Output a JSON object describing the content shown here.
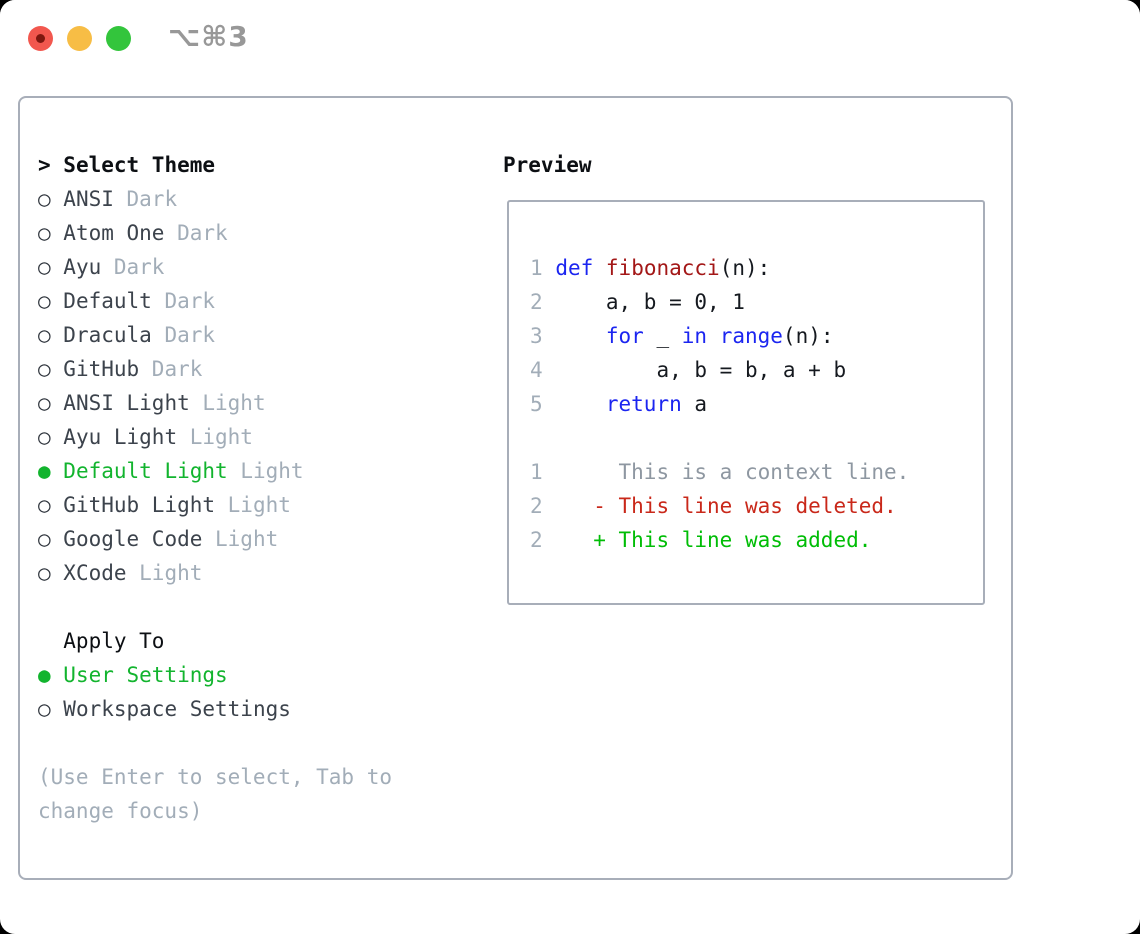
{
  "window": {
    "title": "⌥⌘3",
    "traffic_lights": [
      {
        "name": "close",
        "color": "#f2574e"
      },
      {
        "name": "minimize",
        "color": "#f7bd45"
      },
      {
        "name": "zoom",
        "color": "#33c53c"
      }
    ]
  },
  "glyphs": {
    "prompt": ">",
    "radio_selected": "●",
    "radio_unselected": "○"
  },
  "theme_selector": {
    "header": "Select Theme",
    "items": [
      {
        "name": "ANSI",
        "variant": "Dark",
        "selected": false
      },
      {
        "name": "Atom One",
        "variant": "Dark",
        "selected": false
      },
      {
        "name": "Ayu",
        "variant": "Dark",
        "selected": false
      },
      {
        "name": "Default",
        "variant": "Dark",
        "selected": false
      },
      {
        "name": "Dracula",
        "variant": "Dark",
        "selected": false
      },
      {
        "name": "GitHub",
        "variant": "Dark",
        "selected": false
      },
      {
        "name": "ANSI Light",
        "variant": "Light",
        "selected": false
      },
      {
        "name": "Ayu Light",
        "variant": "Light",
        "selected": false
      },
      {
        "name": "Default Light",
        "variant": "Light",
        "selected": true
      },
      {
        "name": "GitHub Light",
        "variant": "Light",
        "selected": false
      },
      {
        "name": "Google Code",
        "variant": "Light",
        "selected": false
      },
      {
        "name": "XCode",
        "variant": "Light",
        "selected": false
      }
    ],
    "apply_to": {
      "header": "Apply To",
      "options": [
        {
          "name": "User Settings",
          "selected": true
        },
        {
          "name": "Workspace Settings",
          "selected": false
        }
      ]
    },
    "hint": "(Use Enter to select, Tab to change focus)"
  },
  "preview": {
    "header": "Preview",
    "lines": [
      {
        "segments": [
          {
            "text": "1",
            "type": "lineno"
          },
          {
            "text": " ",
            "type": "code"
          },
          {
            "text": "def",
            "type": "keyword"
          },
          {
            "text": " ",
            "type": "code"
          },
          {
            "text": "fibonacci",
            "type": "function"
          },
          {
            "text": "(n):",
            "type": "code"
          }
        ]
      },
      {
        "segments": [
          {
            "text": "2",
            "type": "lineno"
          },
          {
            "text": "     a, b = 0, 1",
            "type": "code"
          }
        ]
      },
      {
        "segments": [
          {
            "text": "3",
            "type": "lineno"
          },
          {
            "text": "     ",
            "type": "code"
          },
          {
            "text": "for",
            "type": "keyword"
          },
          {
            "text": " _ ",
            "type": "code"
          },
          {
            "text": "in",
            "type": "keyword"
          },
          {
            "text": " ",
            "type": "code"
          },
          {
            "text": "range",
            "type": "keyword"
          },
          {
            "text": "(n):",
            "type": "code"
          }
        ]
      },
      {
        "segments": [
          {
            "text": "4",
            "type": "lineno"
          },
          {
            "text": "         a, b = b, a + b",
            "type": "code"
          }
        ]
      },
      {
        "segments": [
          {
            "text": "5",
            "type": "lineno"
          },
          {
            "text": "     ",
            "type": "code"
          },
          {
            "text": "return",
            "type": "keyword"
          },
          {
            "text": " a",
            "type": "code"
          }
        ]
      },
      {
        "segments": []
      },
      {
        "segments": [
          {
            "text": "1",
            "type": "lineno"
          },
          {
            "text": "      ",
            "type": "code"
          },
          {
            "text": "This is a context line.",
            "type": "context"
          }
        ]
      },
      {
        "segments": [
          {
            "text": "2",
            "type": "lineno"
          },
          {
            "text": "    ",
            "type": "code"
          },
          {
            "text": "- This line was deleted.",
            "type": "deleted"
          }
        ]
      },
      {
        "segments": [
          {
            "text": "2",
            "type": "lineno"
          },
          {
            "text": "    ",
            "type": "code"
          },
          {
            "text": "+ This line was added.",
            "type": "added"
          }
        ]
      }
    ]
  },
  "colors": {
    "selected_green": "#12b42e",
    "added_green": "#00bd06",
    "deleted_red": "#c9281a",
    "keyword_blue": "#1b25f0",
    "function_red": "#a31717",
    "muted_gray": "#a2adb8",
    "context_gray": "#8e97a1",
    "text_dark": "#3c434c",
    "code_black": "#15191f",
    "border_gray": "#a8aeb9",
    "title_gray": "#989898"
  }
}
